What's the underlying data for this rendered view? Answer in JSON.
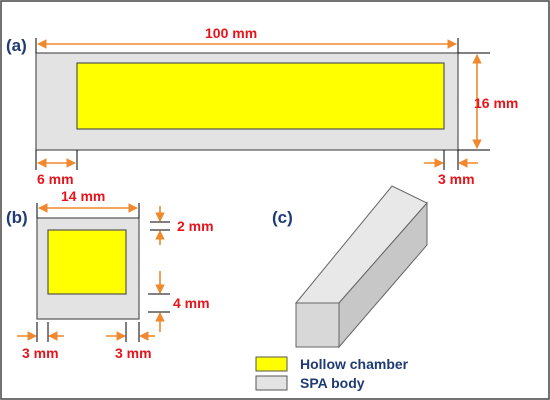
{
  "colors": {
    "chamber": "#ffff00",
    "body": "#e3e3e3",
    "outline": "#555555",
    "dimension_line": "#f0882d",
    "dimension_text": "#e8141b",
    "panel_label": "#1f3b73",
    "frame": "#444444"
  },
  "panel_a": {
    "label": "(a)",
    "length": "100 mm",
    "height": "16 mm",
    "left_wall": "6 mm",
    "right_wall": "3 mm"
  },
  "panel_b": {
    "label": "(b)",
    "width": "14 mm",
    "top_wall": "2 mm",
    "bottom_wall": "4 mm",
    "left_wall": "3 mm",
    "right_wall": "3 mm"
  },
  "panel_c": {
    "label": "(c)"
  },
  "legend": {
    "chamber_label": "Hollow chamber",
    "body_label": "SPA body"
  }
}
